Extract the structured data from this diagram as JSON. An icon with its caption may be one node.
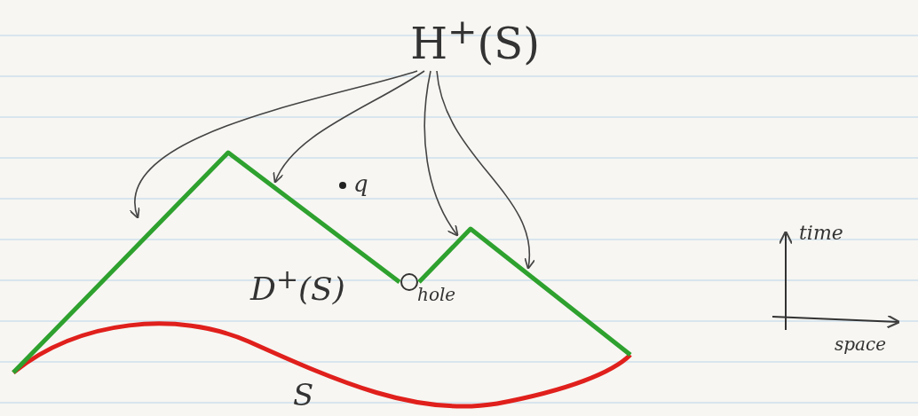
{
  "diagram": {
    "nodes": [
      {
        "text": [
          "H$^{+}$(S)"
        ]
      },
      {
        "text": [],
        "shape": "curve"
      }
    ],
    "edges": [
      {
        "from": 0,
        "to": 1,
        "arrow": "to"
      },
      {
        "from": 0,
        "to": 1,
        "arrow": "to"
      },
      {
        "from": 0,
        "to": 1,
        "arrow": "to"
      },
      {
        "from": 0,
        "to": 1,
        "arrow": "to"
      }
    ],
    "labels": [
      "q",
      "D$^{+}$(S)",
      "hole",
      "S",
      "time",
      "space"
    ]
  }
}
